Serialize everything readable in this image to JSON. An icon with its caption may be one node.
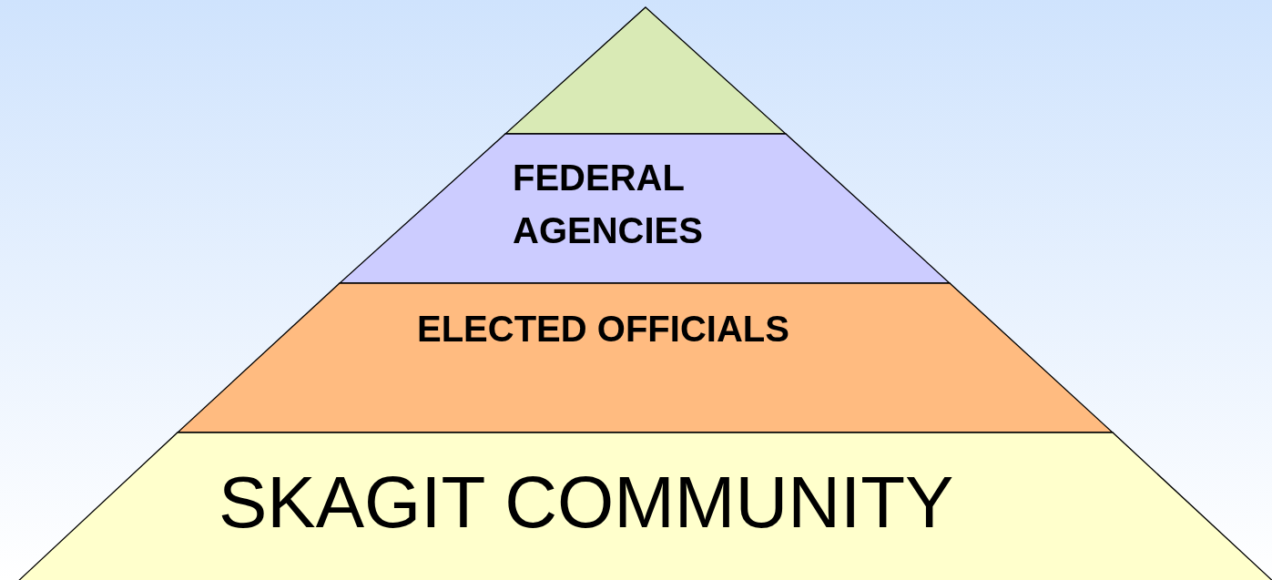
{
  "diagram": {
    "nodes": [
      {
        "text": [],
        "shape": "triangle"
      },
      {
        "text": [
          "FEDERAL AGENCIES"
        ]
      },
      {
        "text": [
          "ELECTED OFFICIALS"
        ]
      },
      {
        "text": [
          "SKAGIT COMMUNITY"
        ]
      }
    ]
  }
}
